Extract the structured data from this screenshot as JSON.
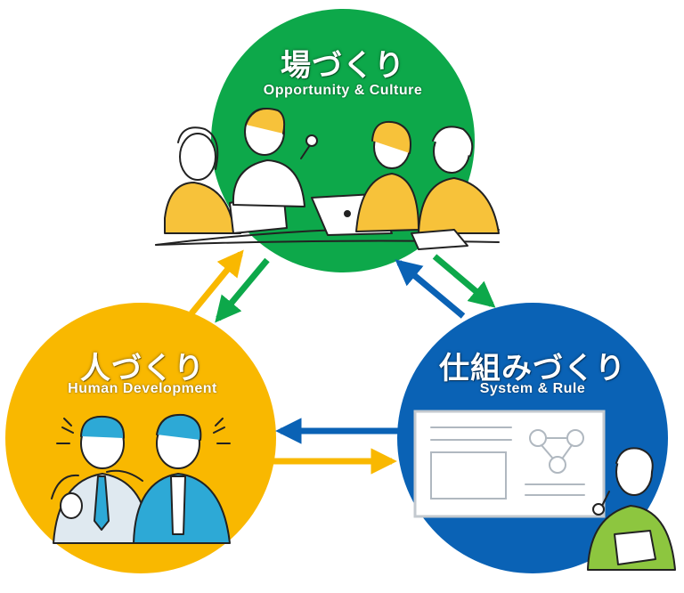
{
  "colors": {
    "green": "#0da84a",
    "yellow": "#f9b800",
    "blue": "#0a62b5",
    "arrow_yellow": "#f9b800",
    "arrow_green": "#0da84a",
    "arrow_blue": "#0a62b5"
  },
  "nodes": {
    "top": {
      "title": "場づくり",
      "subtitle": "Opportunity & Culture"
    },
    "left": {
      "title": "人づくり",
      "subtitle": "Human Development"
    },
    "right": {
      "title": "仕組みづくり",
      "subtitle": "System & Rule"
    }
  },
  "edges": [
    {
      "from": "人づくり",
      "to": "場づくり",
      "color": "yellow"
    },
    {
      "from": "場づくり",
      "to": "人づくり",
      "color": "green"
    },
    {
      "from": "場づくり",
      "to": "仕組みづくり",
      "color": "green"
    },
    {
      "from": "仕組みづくり",
      "to": "場づくり",
      "color": "blue"
    },
    {
      "from": "仕組みづくり",
      "to": "人づくり",
      "color": "blue"
    },
    {
      "from": "人づくり",
      "to": "仕組みづくり",
      "color": "yellow"
    }
  ],
  "icons": {
    "top": "team-meeting-illustration",
    "left": "colleagues-celebrating-illustration",
    "right": "system-document-illustration",
    "right_person": "man-with-tablet-illustration"
  }
}
